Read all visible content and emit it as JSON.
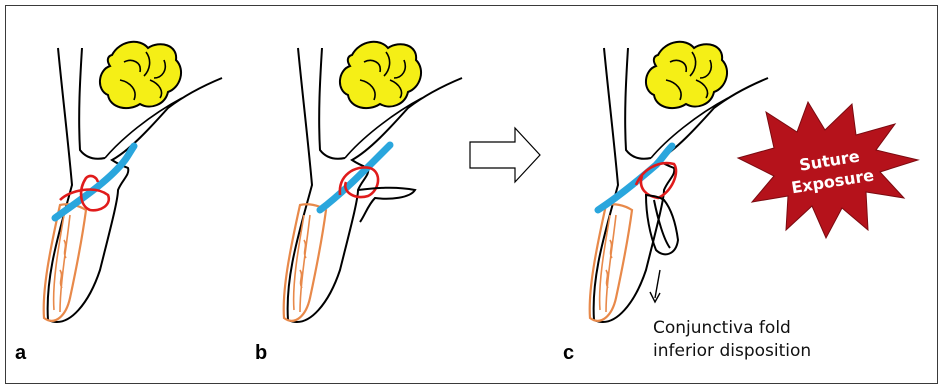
{
  "panels": [
    {
      "label": "a"
    },
    {
      "label": "b"
    },
    {
      "label": "c"
    }
  ],
  "burst": {
    "line1": "Suture",
    "line2": "Exposure",
    "fill": "#b5121b"
  },
  "annotation": {
    "line1": "Conjunctiva fold",
    "line2": "inferior disposition"
  },
  "colors": {
    "fat": "#f5ef16",
    "tendon": "#2aa6dd",
    "suture": "#e01b1b",
    "tarsus": "#e8894a",
    "outline": "#000000"
  }
}
